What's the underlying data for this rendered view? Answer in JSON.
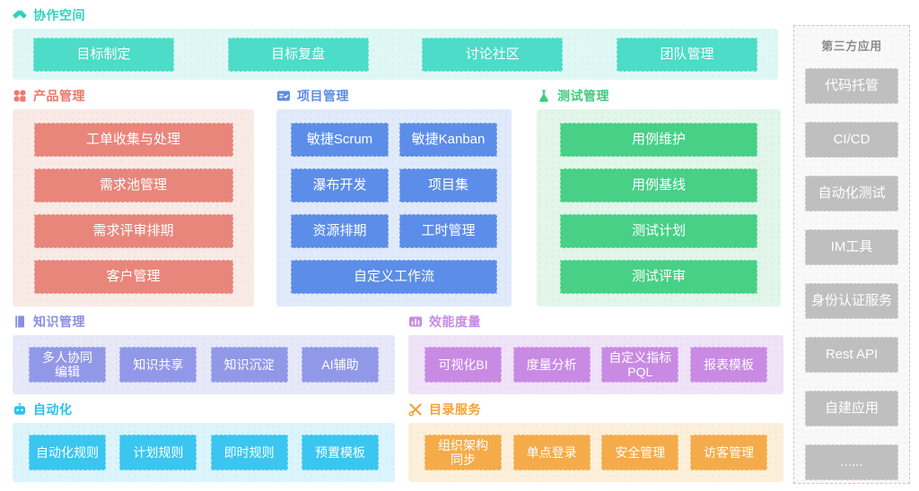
{
  "colors": {
    "teal": "#4cdcc7",
    "teal_light": "#e0f8f5",
    "red": "#e8867b",
    "red_light": "#faeae6",
    "blue": "#5c8de8",
    "blue_light": "#e1eafb",
    "green": "#47d086",
    "green_light": "#e2f6ea",
    "purple": "#9298e8",
    "purple_light": "#e7e8f8",
    "violet": "#c98ae4",
    "violet_light": "#efe3f8",
    "cyan": "#3ac6f0",
    "cyan_light": "#dcf4fc",
    "orange": "#f5ab4a",
    "orange_light": "#fdf0da",
    "gray": "#bfbfbf",
    "gray_light": "#f9f9f9",
    "third_party_border": "#e9b7c6"
  },
  "sections": [
    {
      "id": "collaboration",
      "title": "协作空间",
      "icon": "handshake-icon",
      "items": [
        "目标制定",
        "目标复盘",
        "讨论社区",
        "团队管理"
      ]
    },
    {
      "id": "product",
      "title": "产品管理",
      "icon": "apps-icon",
      "items": [
        "工单收集与处理",
        "需求池管理",
        "需求评审排期",
        "客户管理"
      ]
    },
    {
      "id": "project",
      "title": "项目管理",
      "icon": "kanban-icon",
      "items": [
        "敏捷Scrum",
        "敏捷Kanban",
        "瀑布开发",
        "项目集",
        "资源排期",
        "工时管理",
        "自定义工作流"
      ]
    },
    {
      "id": "testing",
      "title": "测试管理",
      "icon": "flask-icon",
      "items": [
        "用例维护",
        "用例基线",
        "测试计划",
        "测试评审"
      ]
    },
    {
      "id": "knowledge",
      "title": "知识管理",
      "icon": "book-icon",
      "items": [
        "多人协同\n编辑",
        "知识共享",
        "知识沉淀",
        "AI辅助"
      ]
    },
    {
      "id": "metrics",
      "title": "效能度量",
      "icon": "bar-chart-icon",
      "items": [
        "可视化BI",
        "度量分析",
        "自定义指标\nPQL",
        "报表模板"
      ]
    },
    {
      "id": "automation",
      "title": "自动化",
      "icon": "robot-icon",
      "items": [
        "自动化规则",
        "计划规则",
        "即时规则",
        "预置模板"
      ]
    },
    {
      "id": "directory",
      "title": "目录服务",
      "icon": "wrench-screwdriver-icon",
      "items": [
        "组织架构\n同步",
        "单点登录",
        "安全管理",
        "访客管理"
      ]
    }
  ],
  "third_party": {
    "title": "第三方应用",
    "items": [
      "代码托管",
      "CI/CD",
      "自动化测试",
      "IM工具",
      "身份认证服务",
      "Rest API",
      "自建应用",
      "......"
    ]
  }
}
